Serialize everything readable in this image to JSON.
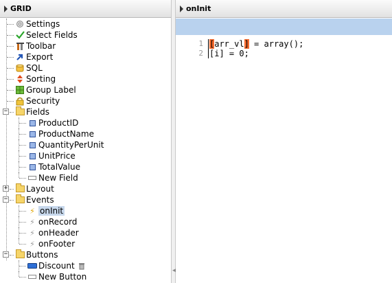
{
  "left": {
    "title": "GRID",
    "items": [
      {
        "label": "Settings"
      },
      {
        "label": "Select Fields"
      },
      {
        "label": "Toolbar"
      },
      {
        "label": "Export"
      },
      {
        "label": "SQL"
      },
      {
        "label": "Sorting"
      },
      {
        "label": "Group Label"
      },
      {
        "label": "Security"
      },
      {
        "label": "Fields"
      },
      {
        "label": "ProductID"
      },
      {
        "label": "ProductName"
      },
      {
        "label": "QuantityPerUnit"
      },
      {
        "label": "UnitPrice"
      },
      {
        "label": "TotalValue"
      },
      {
        "label": "New Field"
      },
      {
        "label": "Layout"
      },
      {
        "label": "Events"
      },
      {
        "label": "onInit"
      },
      {
        "label": "onRecord"
      },
      {
        "label": "onHeader"
      },
      {
        "label": "onFooter"
      },
      {
        "label": "Buttons"
      },
      {
        "label": "Discount"
      },
      {
        "label": "New Button"
      }
    ]
  },
  "right": {
    "title": "onInit",
    "editor": {
      "line_numbers": [
        "1",
        "2"
      ],
      "line1": {
        "hl_open": "[",
        "middle": "arr_vl",
        "hl_close": "]",
        "rest": " = array();"
      },
      "line2": "[i] = 0;"
    }
  },
  "colors": {
    "accent": "#b9d2ee",
    "selection": "#c7d8ec",
    "bracket_highlight": "#f36a2e"
  }
}
